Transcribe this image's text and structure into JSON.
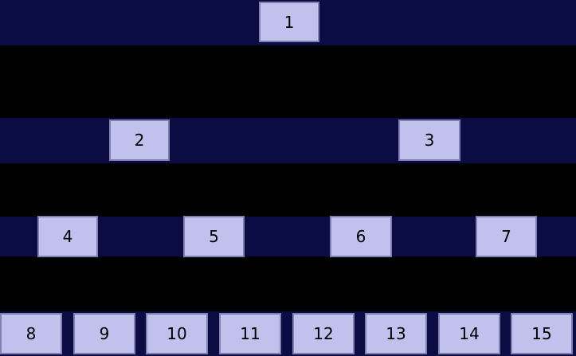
{
  "diagram": {
    "type": "complete-binary-tree",
    "levels": [
      [
        "1"
      ],
      [
        "2",
        "3"
      ],
      [
        "4",
        "5",
        "6",
        "7"
      ],
      [
        "8",
        "9",
        "10",
        "11",
        "12",
        "13",
        "14",
        "15"
      ]
    ]
  },
  "nodes": [
    {
      "label": "1",
      "level": 1
    },
    {
      "label": "2",
      "level": 2
    },
    {
      "label": "3",
      "level": 2
    },
    {
      "label": "4",
      "level": 3
    },
    {
      "label": "5",
      "level": 3
    },
    {
      "label": "6",
      "level": 3
    },
    {
      "label": "7",
      "level": 3
    },
    {
      "label": "8",
      "level": 4
    },
    {
      "label": "9",
      "level": 4
    },
    {
      "label": "10",
      "level": 4
    },
    {
      "label": "11",
      "level": 4
    },
    {
      "label": "12",
      "level": 4
    },
    {
      "label": "13",
      "level": 4
    },
    {
      "label": "14",
      "level": 4
    },
    {
      "label": "15",
      "level": 4
    }
  ],
  "colors": {
    "background": "#000000",
    "band": "#0c0c45",
    "node_fill": "#c1c1ee",
    "node_border": "#8080b0",
    "node_text": "#000000"
  }
}
